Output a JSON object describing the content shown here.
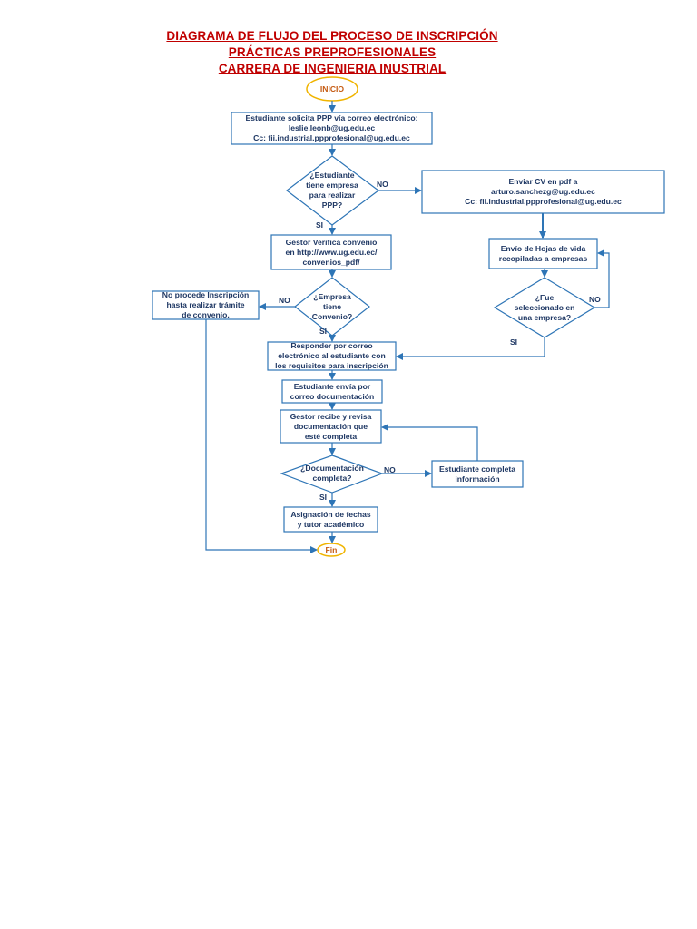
{
  "title": {
    "line1": "DIAGRAMA DE FLUJO DEL PROCESO DE INSCRIPCIÓN",
    "line2": "PRÁCTICAS PREPROFESIONALES",
    "line3": "CARRERA DE INGENIERIA INUSTRIAL"
  },
  "nodes": {
    "inicio": "INICIO",
    "solicita": "Estudiante solicita PPP vía correo electrónico:\nleslie.leonb@ug.edu.ec\nCc: fii.industrial.ppprofesional@ug.edu.ec",
    "tiene_empresa": "¿Estudiante\ntiene empresa\npara realizar\nPPP?",
    "enviar_cv": "Enviar CV en pdf a\narturo.sanchezg@ug.edu.ec\nCc: fii.industrial.ppprofesional@ug.edu.ec",
    "gestor_verifica": "Gestor Verifica convenio\nen http://www.ug.edu.ec/\nconvenios_pdf/",
    "envio_hojas": "Envío de Hojas de vida\nrecopiladas a empresas",
    "no_procede": "No procede Inscripción\nhasta realizar trámite\nde convenio.",
    "empresa_convenio": "¿Empresa\ntiene\nConvenio?",
    "fue_seleccionado": "¿Fue\nseleccionado en\nuna empresa?",
    "responder": "Responder por correo\nelectrónico al estudiante con\nlos requisitos para inscripción",
    "estudiante_envia": "Estudiante envía  por\ncorreo documentación",
    "gestor_recibe": "Gestor recibe y revisa\ndocumentación que\nesté completa",
    "doc_completa": "¿Documentación\ncompleta?",
    "estudiante_completa": "Estudiante completa\ninformación",
    "asignacion": "Asignación de fechas\ny tutor académico",
    "fin": "Fin"
  },
  "labels": {
    "no_1": "NO",
    "si_1": "SI",
    "no_2": "NO",
    "si_2": "SI",
    "no_3": "NO",
    "si_3": "SI",
    "no_4": "NO",
    "si_4": "SI"
  },
  "colors": {
    "line": "#2e75b6",
    "box_border": "#2e75b6",
    "terminal_border": "#f0b400",
    "text": "#1f3864",
    "title": "#c00000"
  }
}
